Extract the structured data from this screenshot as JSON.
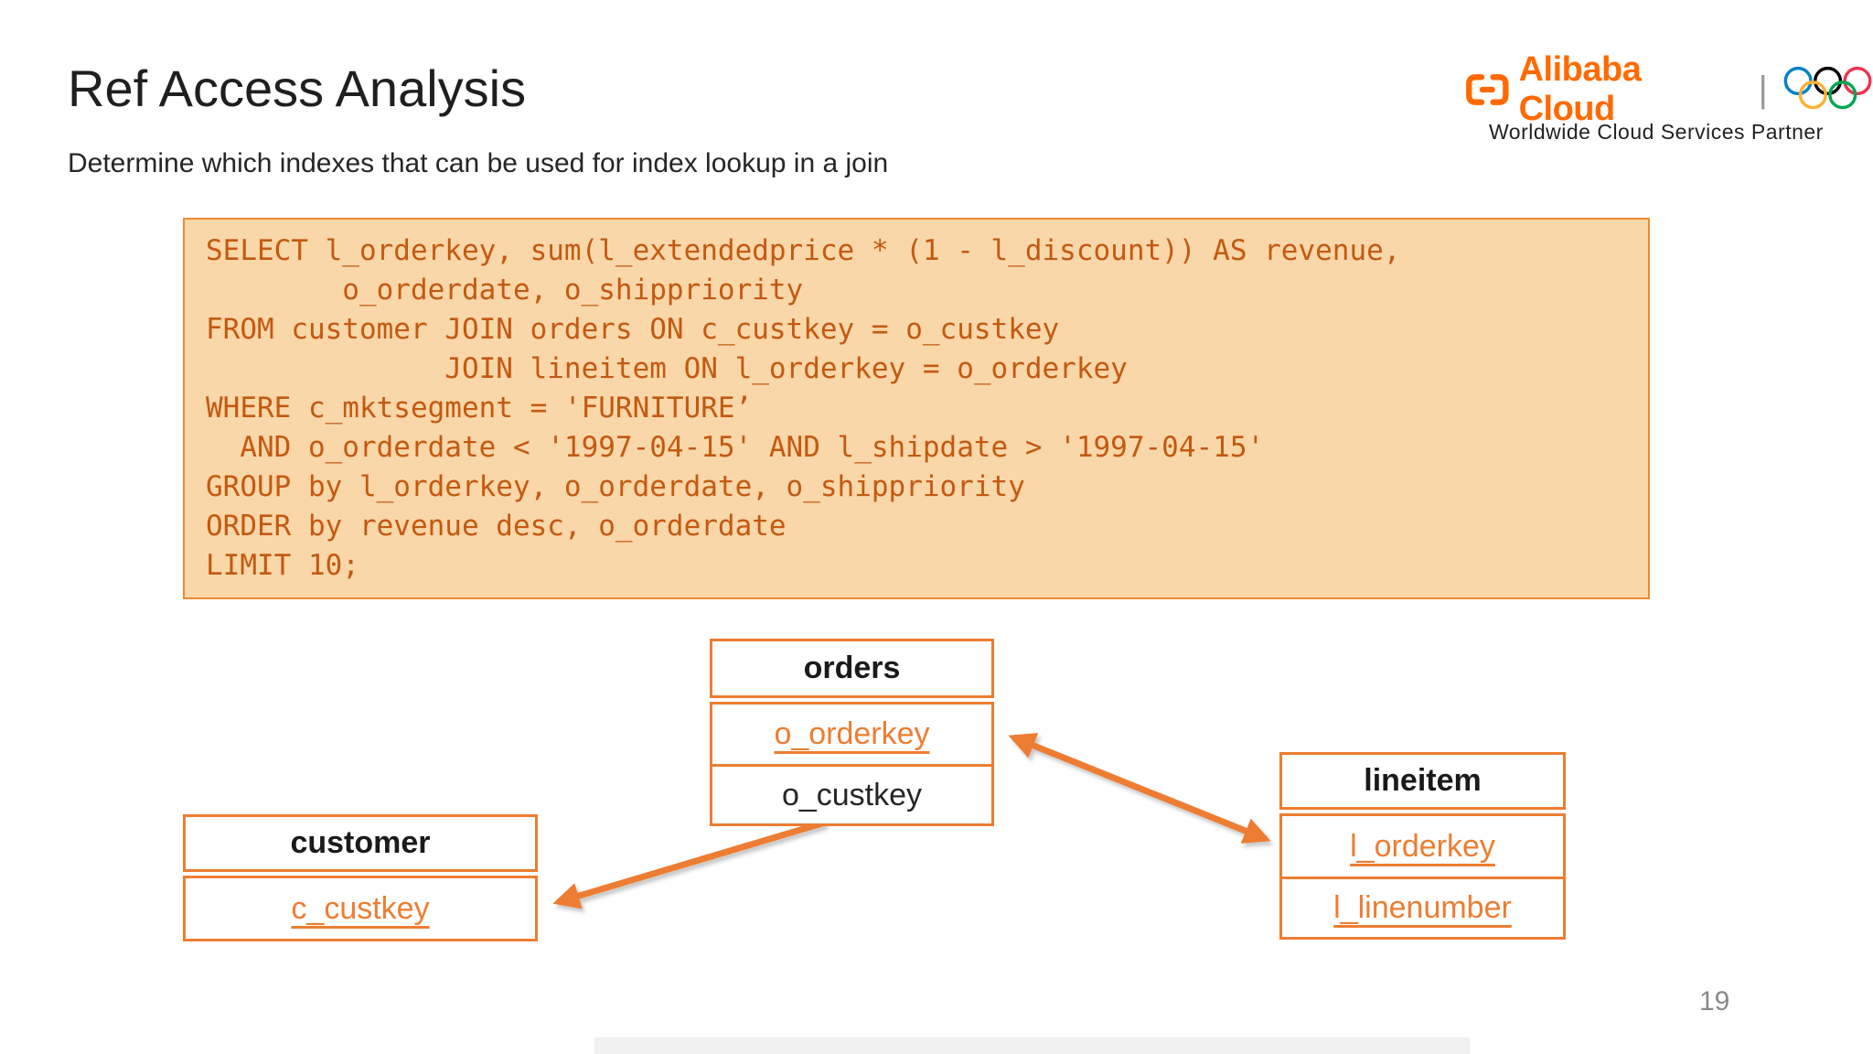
{
  "header": {
    "title": "Ref Access Analysis",
    "subtitle": "Determine which indexes that can be used for index lookup in a join"
  },
  "logo": {
    "brand": "Alibaba Cloud",
    "separator": "|",
    "tagline": "Worldwide Cloud Services Partner",
    "brand_color": "#FF6A00"
  },
  "code": {
    "lines": [
      "SELECT l_orderkey, sum(l_extendedprice * (1 - l_discount)) AS revenue,",
      "        o_orderdate, o_shippriority",
      "FROM customer JOIN orders ON c_custkey = o_custkey",
      "              JOIN lineitem ON l_orderkey = o_orderkey",
      "WHERE c_mktsegment = 'FURNITURE’",
      "  AND o_orderdate < '1997-04-15' AND l_shipdate > '1997-04-15'",
      "GROUP by l_orderkey, o_orderdate, o_shippriority",
      "ORDER by revenue desc, o_orderdate",
      "LIMIT 10;"
    ],
    "colors": {
      "background": "#FAD7A8",
      "border": "#ED8B31",
      "text": "#C45911"
    }
  },
  "diagram": {
    "accent_color": "#ED7D31",
    "tables": [
      {
        "name": "orders",
        "rows": [
          {
            "label": "o_orderkey",
            "is_key": true
          },
          {
            "label": "o_custkey",
            "is_key": false
          }
        ]
      },
      {
        "name": "customer",
        "rows": [
          {
            "label": "c_custkey",
            "is_key": true
          }
        ]
      },
      {
        "name": "lineitem",
        "rows": [
          {
            "label": "l_orderkey",
            "is_key": true
          },
          {
            "label": "l_linenumber",
            "is_key": true
          }
        ]
      }
    ],
    "joins": [
      {
        "from": "orders.o_custkey",
        "to": "customer.c_custkey",
        "double_headed": false
      },
      {
        "from": "orders.o_orderkey",
        "to": "lineitem.l_orderkey",
        "double_headed": true
      }
    ]
  },
  "footer": {
    "page_number": "19"
  }
}
